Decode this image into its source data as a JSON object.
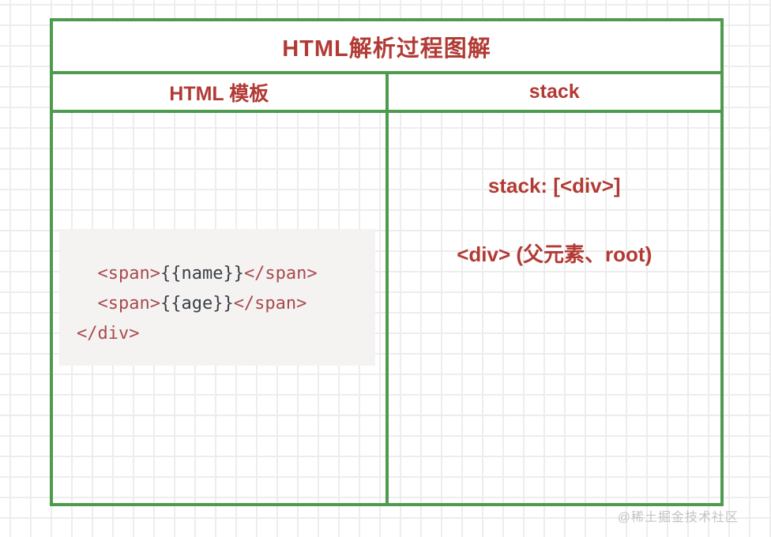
{
  "colors": {
    "border_green": "#4e9a4e",
    "heading_red": "#b23a34",
    "code_tag_red": "#a84a4e",
    "code_text_dark": "#3a3f45",
    "code_background": "#f4f3f2",
    "grid_line": "#ededed",
    "watermark_gray": "#c3c3c3"
  },
  "diagram": {
    "title": "HTML解析过程图解",
    "columns": [
      {
        "header": "HTML 模板"
      },
      {
        "header": "stack"
      }
    ],
    "html_template": {
      "code_lines": [
        [
          {
            "text": "  <span>",
            "color": "tag"
          },
          {
            "text": "{{name}}",
            "color": "plain"
          },
          {
            "text": "</span>",
            "color": "tag"
          }
        ],
        [
          {
            "text": "  <span>",
            "color": "tag"
          },
          {
            "text": "{{age}}",
            "color": "plain"
          },
          {
            "text": "</span>",
            "color": "tag"
          }
        ],
        [
          {
            "text": "</div>",
            "color": "tag"
          }
        ]
      ]
    },
    "stack_column": {
      "stack_state": "stack: [<div>]",
      "stack_top_note": "<div> (父元素、root)"
    }
  },
  "watermark": "@稀土掘金技术社区"
}
